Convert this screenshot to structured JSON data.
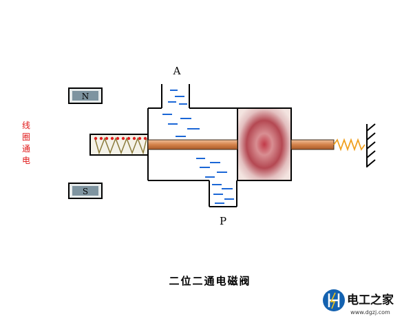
{
  "diagram": {
    "port_a_label": "A",
    "port_p_label": "P",
    "magnet_north_label": "N",
    "magnet_south_label": "S",
    "coil_status_chars": [
      "线",
      "圈",
      "通",
      "电"
    ],
    "caption": "二位二通电磁阀"
  },
  "brand": {
    "logo_icon": "lightning-h-logo-icon",
    "name": "电工之家",
    "url": "www.dgzj.com"
  },
  "colors": {
    "outline": "#000000",
    "water": "#1a66d6",
    "rod": "#d4824a",
    "spring": "#f0a020",
    "coil_dots": "#e02020",
    "status_text": "#e01818",
    "magnet_fill": "#7e94a0",
    "brand_blue": "#1462b0"
  }
}
